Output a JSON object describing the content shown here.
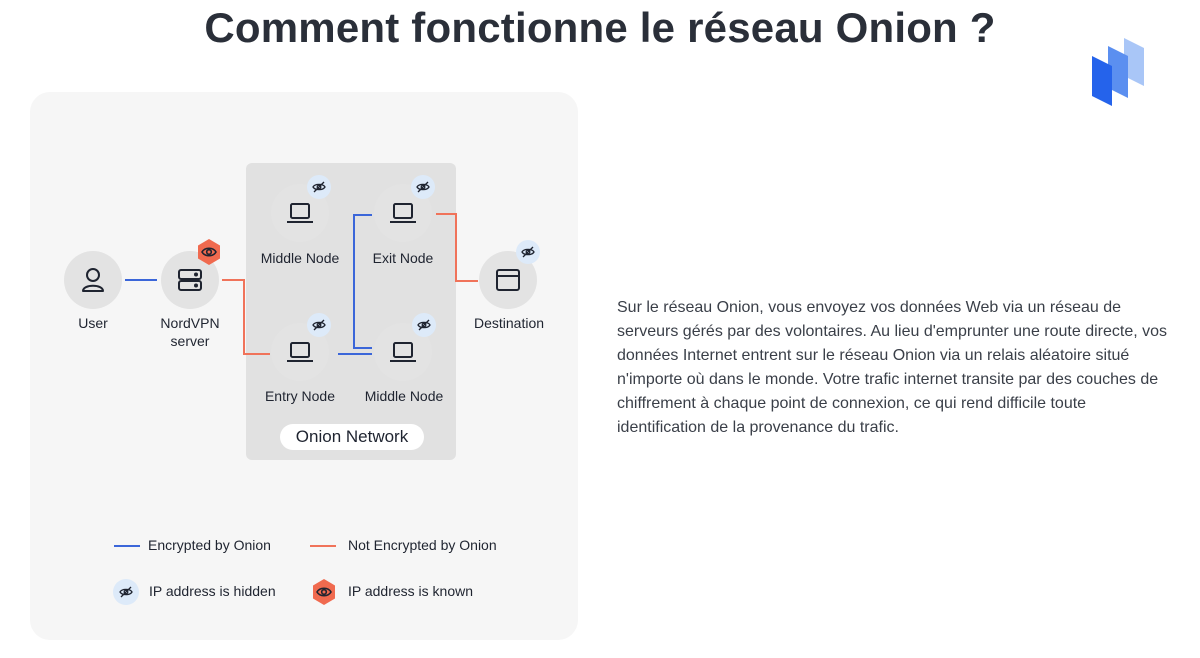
{
  "title": "Comment fonctionne le réseau Onion ?",
  "nodes": {
    "user": "User",
    "nordvpn_line1": "NordVPN",
    "nordvpn_line2": "server",
    "middle_node_top": "Middle Node",
    "exit_node": "Exit Node",
    "entry_node": "Entry Node",
    "middle_node_bottom": "Middle Node",
    "destination": "Destination"
  },
  "onion_network_label": "Onion Network",
  "legend": {
    "encrypted": "Encrypted by Onion",
    "not_encrypted": "Not Encrypted by Onion",
    "ip_hidden": "IP address is hidden",
    "ip_known": "IP address is known"
  },
  "colors": {
    "encrypted_line": "#3b66d9",
    "not_encrypted_line": "#f0735a",
    "hidden_badge": "#ddeaf9",
    "known_badge": "#f06a4f"
  },
  "description": "Sur le réseau Onion, vous envoyez vos données Web via un réseau de serveurs gérés par des volontaires. Au lieu d'emprunter une route directe, vos données Internet entrent sur le réseau Onion via un relais aléatoire situé n'importe où dans le monde. Votre trafic internet transite par des couches de chiffrement à chaque point de connexion, ce qui rend difficile toute identification de la provenance du trafic."
}
